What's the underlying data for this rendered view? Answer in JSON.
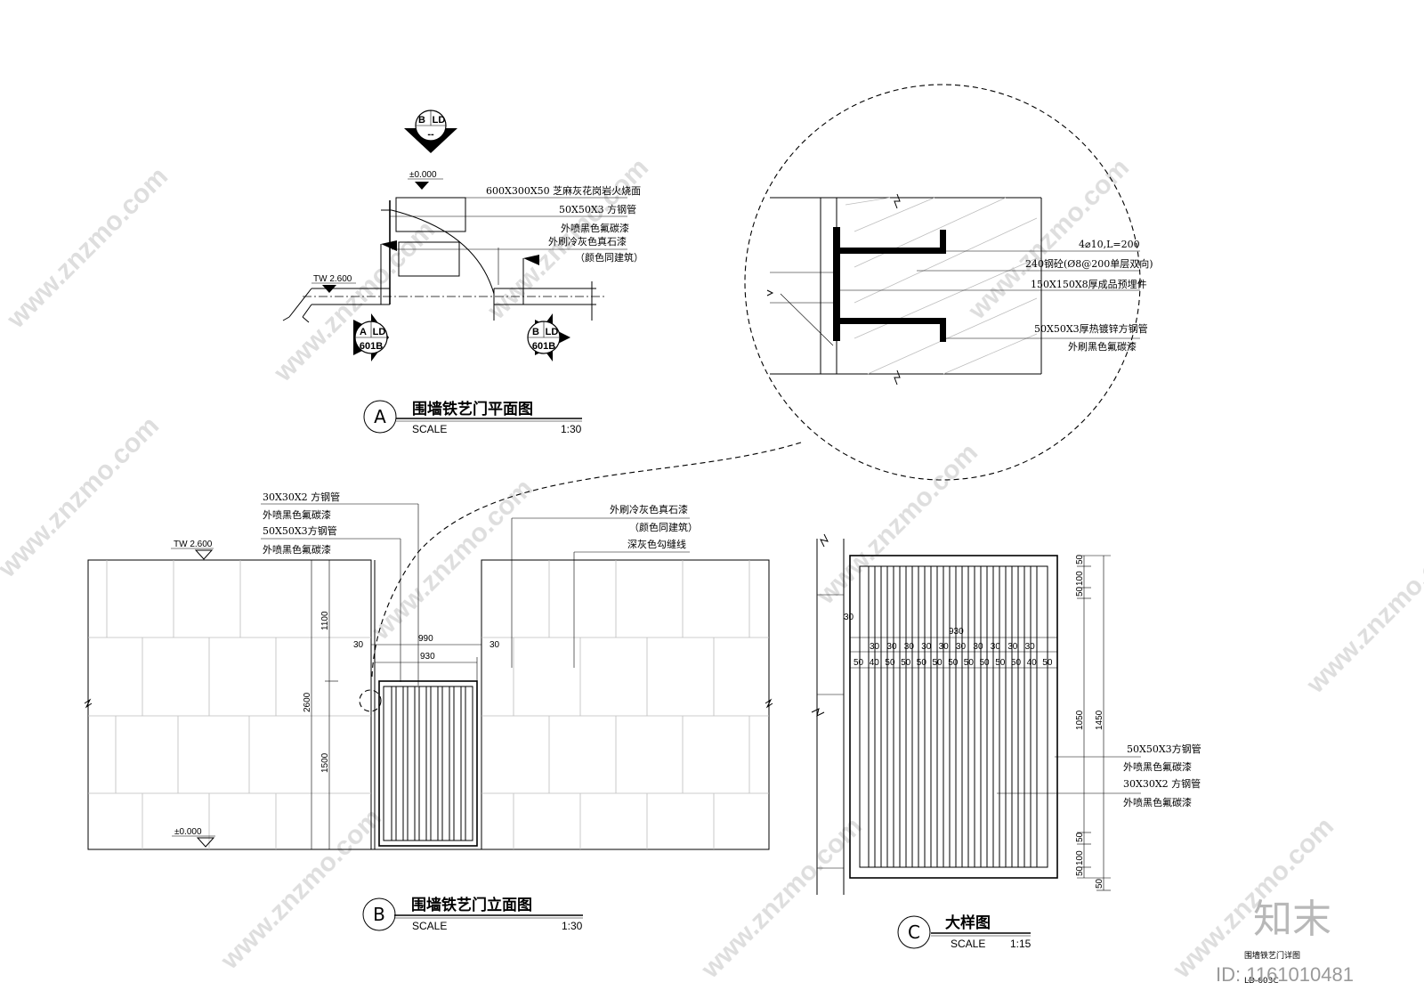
{
  "plan": {
    "title": "围墙铁艺门平面图",
    "letter": "A",
    "scale_label": "SCALE",
    "scale": "1:30",
    "top_symbol": {
      "top_left": "B",
      "top_right": "LD",
      "bottom": "--"
    },
    "level_top": "±0.000",
    "level_tw": "TW 2.600",
    "callout_left": {
      "top_left": "A",
      "top_right": "LD",
      "bottom": "601B"
    },
    "callout_right": {
      "top_left": "B",
      "top_right": "LD",
      "bottom": "601B"
    },
    "notes": [
      "600X300X50 芝麻灰花岗岩火烧面",
      "50X50X3 方钢管",
      "外喷黑色氟碳漆",
      "外刷冷灰色真石漆",
      "（颜色同建筑）"
    ]
  },
  "detail_circle": {
    "notes": [
      "4⌀10,L=200",
      "240钢砼(Ø8@200单层双向)",
      "150X150X8厚成品预埋件",
      "50X50X3厚热镀锌方钢管",
      "外刷黑色氟碳漆"
    ]
  },
  "elevation": {
    "title": "围墙铁艺门立面图",
    "letter": "B",
    "scale_label": "SCALE",
    "scale": "1:30",
    "level_tw": "TW 2.600",
    "level_zero": "±0.000",
    "notes_left": [
      "30X30X2 方钢管",
      "外喷黑色氟碳漆",
      "50X50X3方钢管",
      "外喷黑色氟碳漆"
    ],
    "notes_right": [
      "外刷冷灰色真石漆",
      "（颜色同建筑）",
      "深灰色勾缝线"
    ],
    "dims": {
      "d1100": "1100",
      "d2600": "2600",
      "d1500": "1500",
      "d990": "990",
      "d930": "930",
      "d30a": "30",
      "d30b": "30"
    }
  },
  "detail": {
    "title": "大样图",
    "letter": "C",
    "scale_label": "SCALE",
    "scale": "1:15",
    "dim_top": "930",
    "dim_30": "30",
    "spacing_row1": [
      "30",
      "30",
      "30",
      "30",
      "30",
      "30",
      "30",
      "30",
      "30",
      "30"
    ],
    "spacing_row2": [
      "50",
      "40",
      "50",
      "50",
      "50",
      "50",
      "50",
      "50",
      "50",
      "50",
      "50",
      "40",
      "50"
    ],
    "right_dims": [
      "50",
      "100",
      "50",
      "1050",
      "1450",
      "50",
      "100",
      "50",
      "50"
    ],
    "notes": [
      "50X50X3方钢管",
      "外喷黑色氟碳漆",
      "30X30X2 方钢管",
      "外喷黑色氟碳漆"
    ]
  },
  "footer": {
    "brand": "知末",
    "sheet_name": "围墙铁艺门详图",
    "sheet_no": "LD-603C",
    "id_text": "ID: 1161010481"
  },
  "watermark": "www.znzmo.com"
}
